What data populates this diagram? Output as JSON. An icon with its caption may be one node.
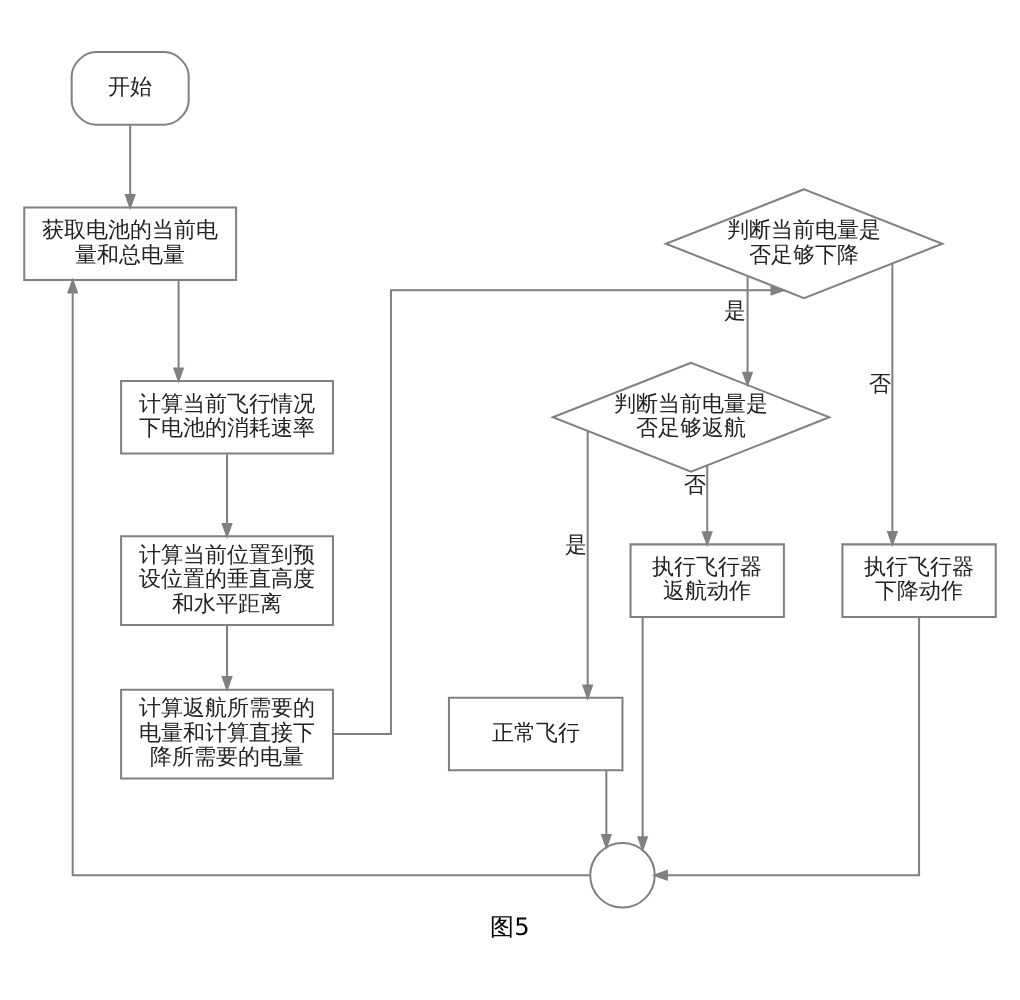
{
  "diagram": {
    "caption": "图5",
    "nodes": [
      {
        "text": [
          "开始"
        ]
      },
      {
        "text": [
          "获取电池的当前电量和总电量"
        ]
      },
      {
        "text": [
          "计算当前飞行情况下电池的消耗速率"
        ]
      },
      {
        "text": [
          "计算当前位置到预设位置的垂直高度和水平距离"
        ]
      },
      {
        "text": [
          "计算返航所需要的电量和计算直接下降所需要的电量"
        ]
      },
      {
        "text": [
          "判断当前电量是否足够下降"
        ]
      },
      {
        "text": [
          "判断当前电量是否足够返航"
        ]
      },
      {
        "text": [
          "执行飞行器返航动作"
        ]
      },
      {
        "text": [
          "执行飞行器下降动作"
        ]
      },
      {
        "text": [
          "正常飞行"
        ]
      },
      {
        "text": [],
        "shape": "circle"
      }
    ],
    "edges": [
      {
        "from": 0,
        "to": 1,
        "arrow": "to"
      },
      {
        "from": 1,
        "to": 2,
        "arrow": "to"
      },
      {
        "from": 2,
        "to": 3,
        "arrow": "to"
      },
      {
        "from": 3,
        "to": 4,
        "arrow": "to"
      },
      {
        "from": 4,
        "to": 5,
        "arrow": "to"
      },
      {
        "from": 5,
        "to": 6,
        "arrow": "to",
        "label": "是"
      },
      {
        "from": 5,
        "to": 8,
        "arrow": "to",
        "label": "否"
      },
      {
        "from": 6,
        "to": 9,
        "arrow": "to",
        "label": "是"
      },
      {
        "from": 6,
        "to": 7,
        "arrow": "to",
        "label": "否"
      },
      {
        "from": 9,
        "to": 10,
        "arrow": "to"
      },
      {
        "from": 7,
        "to": 10,
        "arrow": "to"
      },
      {
        "from": 8,
        "to": 10,
        "arrow": "to"
      },
      {
        "from": 10,
        "to": 1,
        "arrow": "to"
      }
    ]
  }
}
